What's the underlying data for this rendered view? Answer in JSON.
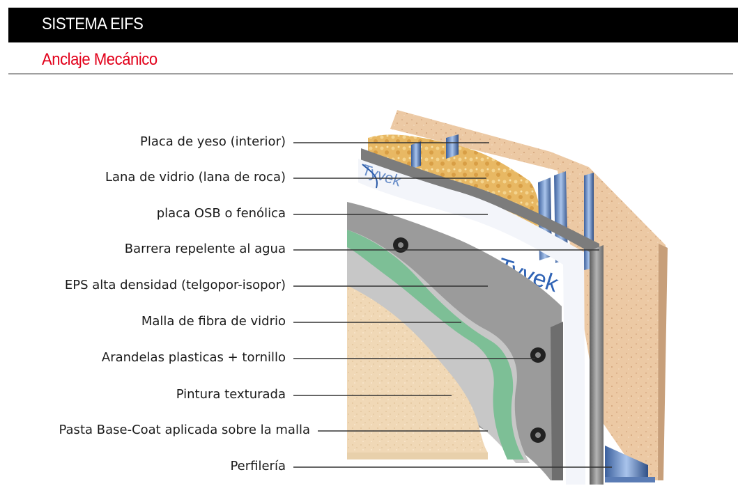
{
  "header": {
    "title": "SISTEMA EIFS",
    "subtitle": "Anclaje Mecánico"
  },
  "diagram": {
    "wrap_text_1": "Tyvek",
    "wrap_text_2": "Tyvek",
    "labels": [
      "Placa de yeso (interior)",
      "Lana de vidrio (lana de roca)",
      "placa OSB o fenólica",
      "Barrera repelente al agua",
      "EPS alta densidad (telgopor-isopor)",
      "Malla de fibra de vidrio",
      "Arandelas plasticas + tornillo",
      "Pintura texturada",
      "Pasta Base-Coat aplicada sobre la malla",
      "Perfilería"
    ]
  },
  "colors": {
    "header_bg": "#000000",
    "subtitle": "#e2001a",
    "gypsum": "#e8c9a8",
    "insulation": "#e6b45a",
    "osb": "#7a7a7a",
    "tyvek": "#f4f6fa",
    "eps": "#9a9a9a",
    "mesh": "#7dbf96",
    "texture": "#f0d9b5",
    "profile": "#6c8fc4"
  }
}
